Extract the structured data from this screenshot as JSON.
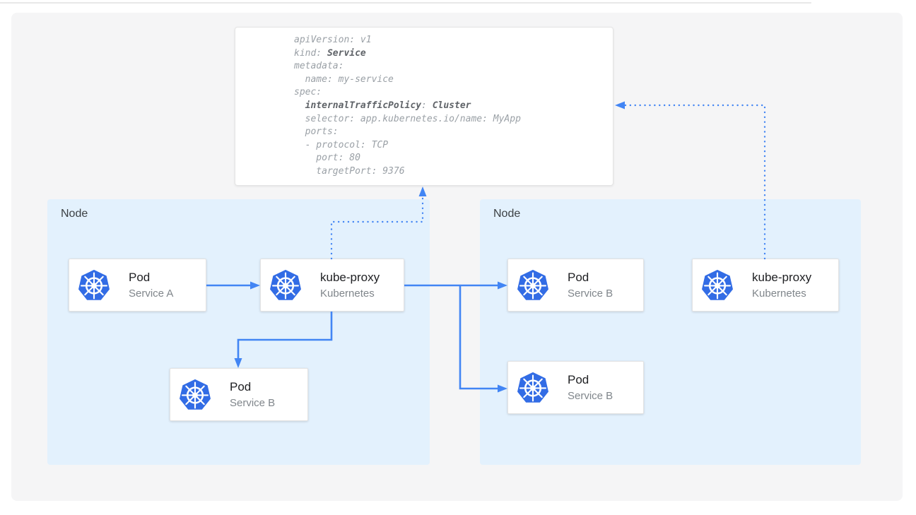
{
  "code_block": {
    "lines": [
      {
        "parts": [
          {
            "text": "apiVersion: v1",
            "bold": false
          }
        ]
      },
      {
        "parts": [
          {
            "text": "kind: ",
            "bold": false
          },
          {
            "text": "Service",
            "bold": true
          }
        ]
      },
      {
        "parts": [
          {
            "text": "metadata:",
            "bold": false
          }
        ]
      },
      {
        "parts": [
          {
            "text": "  name: my-service",
            "bold": false
          }
        ]
      },
      {
        "parts": [
          {
            "text": "spec:",
            "bold": false
          }
        ]
      },
      {
        "parts": [
          {
            "text": "  ",
            "bold": false
          },
          {
            "text": "internalTrafficPolicy",
            "bold": true
          },
          {
            "text": ": ",
            "bold": false
          },
          {
            "text": "Cluster",
            "bold": true
          }
        ]
      },
      {
        "parts": [
          {
            "text": "  selector: app.kubernetes.io/name: MyApp",
            "bold": false
          }
        ]
      },
      {
        "parts": [
          {
            "text": "  ports:",
            "bold": false
          }
        ]
      },
      {
        "parts": [
          {
            "text": "  - protocol: TCP",
            "bold": false
          }
        ]
      },
      {
        "parts": [
          {
            "text": "    port: 80",
            "bold": false
          }
        ]
      },
      {
        "parts": [
          {
            "text": "    targetPort: 9376",
            "bold": false
          }
        ]
      }
    ]
  },
  "nodes": [
    {
      "label": "Node",
      "cards": [
        {
          "id": "pod-service-a",
          "title": "Pod",
          "subtitle": "Service A",
          "icon": "kubernetes-logo"
        },
        {
          "id": "kube-proxy-left",
          "title": "kube-proxy",
          "subtitle": "Kubernetes",
          "icon": "kubernetes-logo"
        },
        {
          "id": "pod-service-b-left",
          "title": "Pod",
          "subtitle": "Service B",
          "icon": "kubernetes-logo"
        }
      ]
    },
    {
      "label": "Node",
      "cards": [
        {
          "id": "pod-service-b-right-top",
          "title": "Pod",
          "subtitle": "Service B",
          "icon": "kubernetes-logo"
        },
        {
          "id": "pod-service-b-right-bottom",
          "title": "Pod",
          "subtitle": "Service B",
          "icon": "kubernetes-logo"
        },
        {
          "id": "kube-proxy-right",
          "title": "kube-proxy",
          "subtitle": "Kubernetes",
          "icon": "kubernetes-logo"
        }
      ]
    }
  ],
  "connections": [
    {
      "from": "pod-service-a",
      "to": "kube-proxy-left",
      "style": "solid"
    },
    {
      "from": "kube-proxy-left",
      "to": "pod-service-b-right-top",
      "style": "solid"
    },
    {
      "from": "kube-proxy-left",
      "to": "pod-service-b-right-bottom",
      "style": "solid"
    },
    {
      "from": "kube-proxy-left",
      "to": "pod-service-b-left",
      "style": "solid"
    },
    {
      "from": "kube-proxy-left",
      "to": "service-yaml-box",
      "style": "dotted"
    },
    {
      "from": "kube-proxy-right",
      "to": "service-yaml-box",
      "style": "dotted"
    }
  ],
  "colors": {
    "kubernetes_blue": "#326ce5",
    "arrow_blue": "#4285f4",
    "node_background": "#e3f1fd",
    "card_background": "#ffffff",
    "canvas_background": "#f5f5f6",
    "code_text": "#9aa0a6",
    "code_bold_text": "#5f6368"
  }
}
